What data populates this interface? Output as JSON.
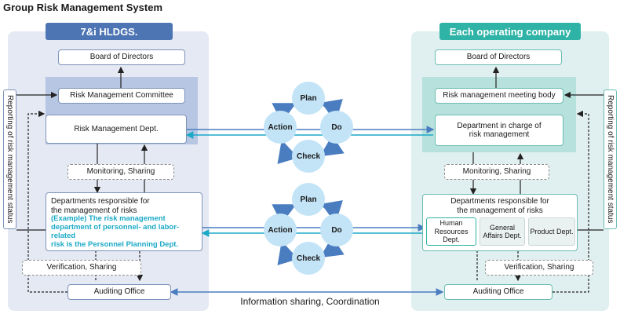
{
  "title": "Group Risk Management System",
  "left": {
    "header": "7&i HLDGS.",
    "board": "Board of Directors",
    "committee": "Risk Management Committee",
    "dept": "Risk Management Dept.",
    "monitoring": "Monitoring, Sharing",
    "responsible_line1": "Departments responsible for",
    "responsible_line2": "the management of risks",
    "example_line1": "(Example) The risk management",
    "example_line2": "department of personnel- and labor-related",
    "example_line3": "risk is the Personnel Planning Dept.",
    "verification": "Verification, Sharing",
    "auditing": "Auditing Office",
    "reporting": "Reporting of risk management status"
  },
  "right": {
    "header": "Each operating company",
    "board": "Board of Directors",
    "meeting": "Risk management meeting body",
    "dept_line1": "Department in charge of",
    "dept_line2": "risk management",
    "monitoring": "Monitoring, Sharing",
    "responsible_line1": "Departments responsible for",
    "responsible_line2": "the management of risks",
    "sub_hr_line1": "Human",
    "sub_hr_line2": "Resources Dept.",
    "sub_ga_line1": "General",
    "sub_ga_line2": "Affairs Dept.",
    "sub_product": "Product Dept.",
    "verification": "Verification, Sharing",
    "auditing": "Auditing Office",
    "reporting": "Reporting of risk management status"
  },
  "pdca": {
    "plan": "Plan",
    "do": "Do",
    "check": "Check",
    "action": "Action"
  },
  "info": "Information sharing, Coordination",
  "colors": {
    "left_panel": "#e4e9f3",
    "right_panel": "#e0efef",
    "left_header": "#4d74b3",
    "right_header": "#2fb3a6",
    "cycle": "#c3e4f7",
    "cycle_arrow": "#4a7dc0",
    "highlight_text": "#1aa9c6"
  }
}
